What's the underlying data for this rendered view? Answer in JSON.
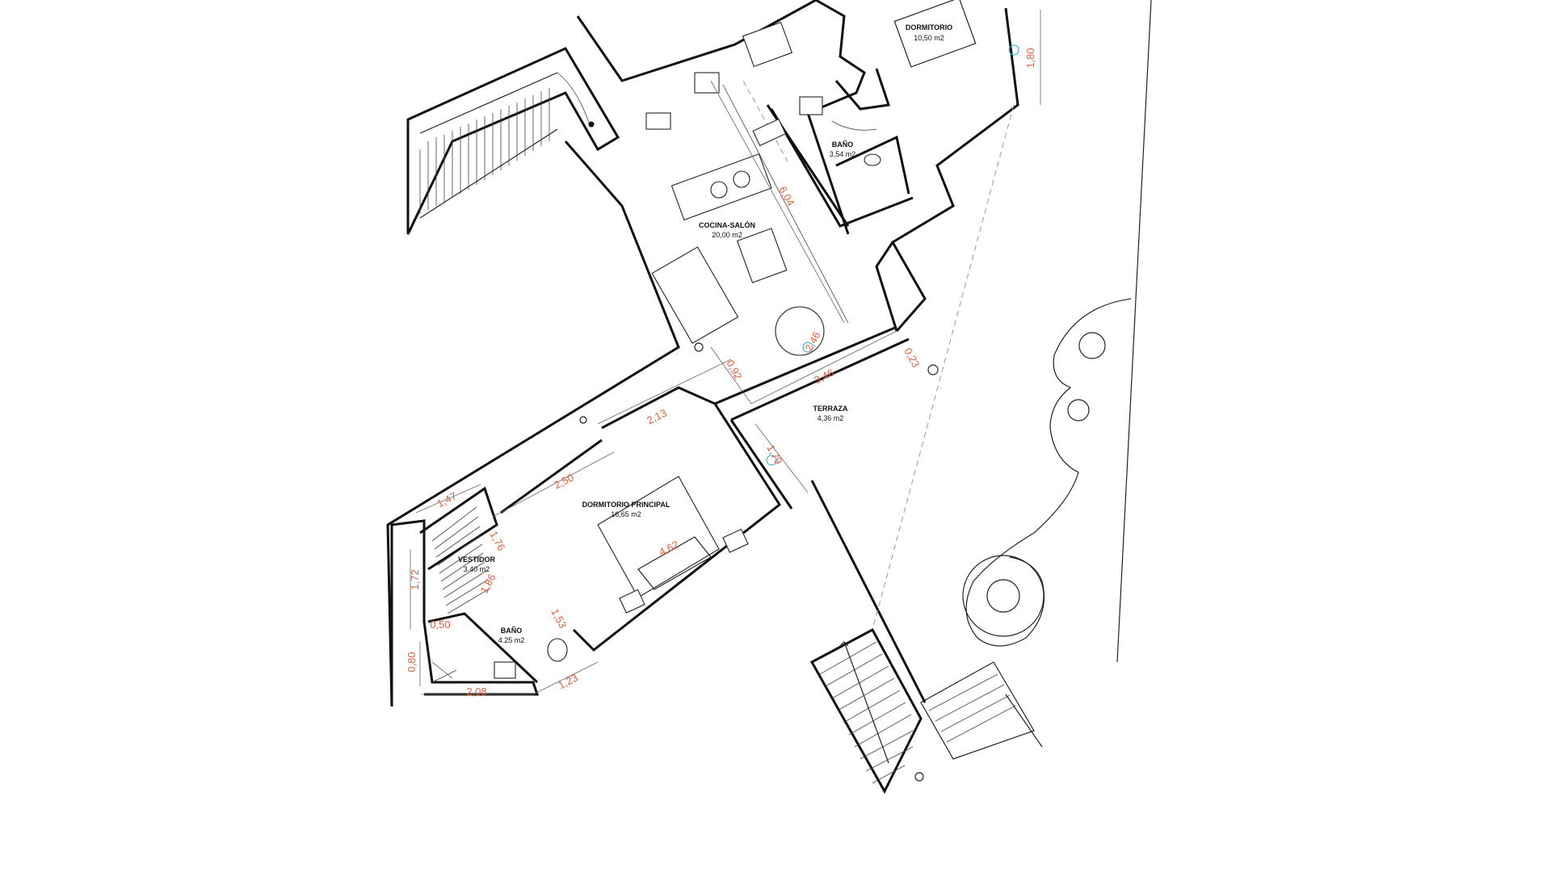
{
  "plan": {
    "rooms": [
      {
        "id": "dormitorio",
        "name": "DORMITORIO",
        "area": "10,50 m2"
      },
      {
        "id": "bano-1",
        "name": "BAÑO",
        "area": "3,54 m2"
      },
      {
        "id": "cocina-salon",
        "name": "COCINA-SALÓN",
        "area": "20,00 m2"
      },
      {
        "id": "terraza",
        "name": "TERRAZA",
        "area": "4,36 m2"
      },
      {
        "id": "dormitorio-principal",
        "name": "DORMITORIO PRINCIPAL",
        "area": "16,65 m2"
      },
      {
        "id": "vestidor",
        "name": "VESTIDOR",
        "area": "3.40 m2"
      },
      {
        "id": "bano-2",
        "name": "BAÑO",
        "area": "4.25 m2"
      }
    ],
    "dimensions": {
      "d180": "1,80",
      "d604": "6,04",
      "d092": "0,92",
      "d246": "2,46",
      "d346": "3,46",
      "d023": "0,23",
      "d213": "2,13",
      "d179": "1,79",
      "d250": "2,50",
      "d462": "4,62",
      "d147": "1,47",
      "d176": "1,76",
      "d186": "1,86",
      "d172": "1,72",
      "d050": "0,50",
      "d153": "1,53",
      "d080": "0,80",
      "d208": "2,08",
      "d123": "1,23"
    },
    "colors": {
      "walls": "#111111",
      "dimensions": "#e0623a",
      "markers": "#2aa7d8"
    }
  }
}
